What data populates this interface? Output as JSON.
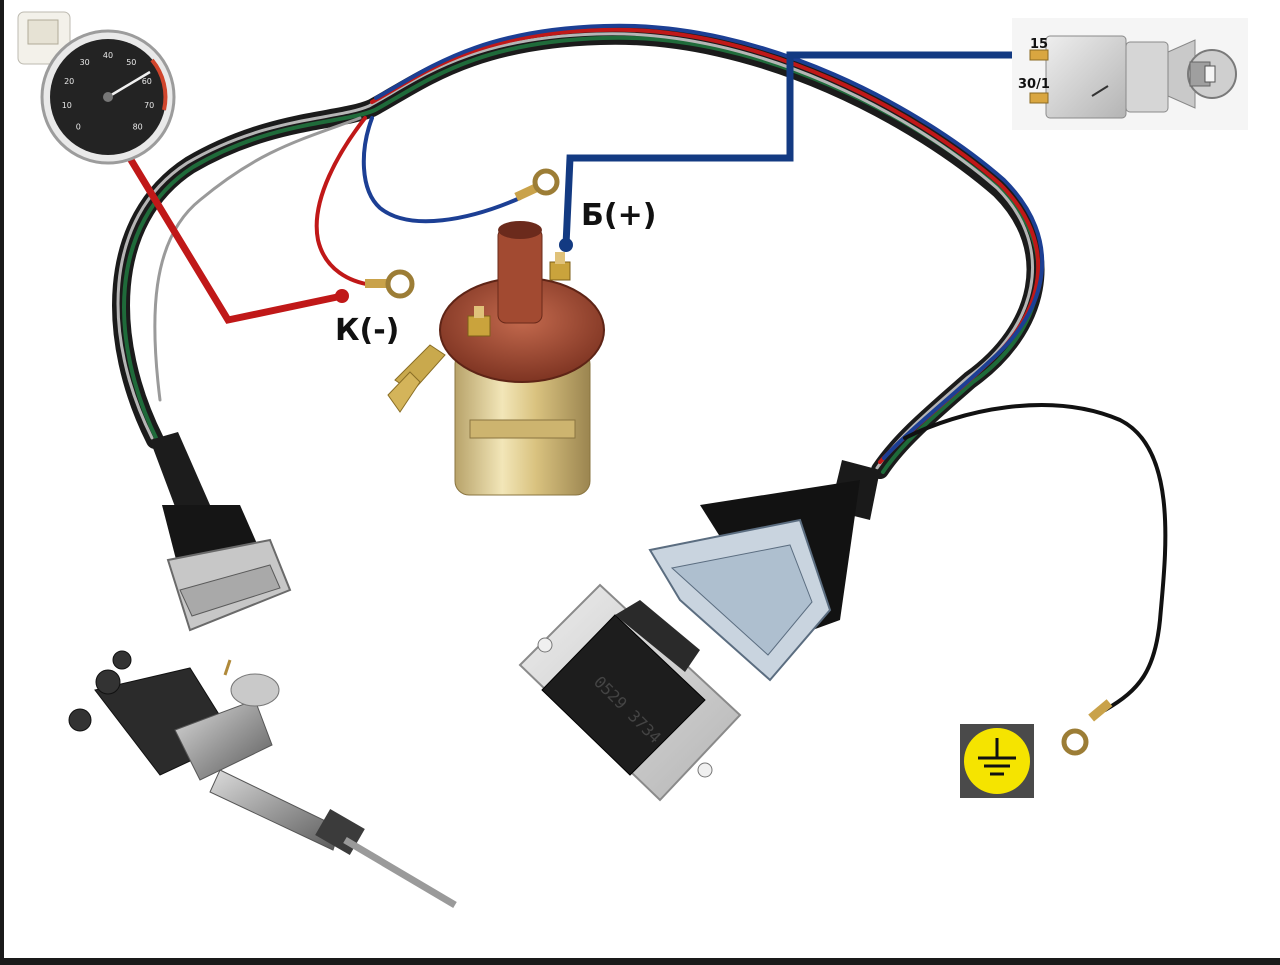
{
  "labels": {
    "coil_positive": "Б(+)",
    "coil_negative": "К(-)"
  },
  "ignition_switch": {
    "terminal_15": "15",
    "terminal_30": "30/1"
  },
  "tachometer": {
    "scale": [
      "0",
      "10",
      "20",
      "30",
      "40",
      "50",
      "60",
      "70",
      "80"
    ]
  },
  "parts": {
    "switch_module_number": "0529 3734"
  },
  "colors": {
    "background": "#ffffff",
    "wire_red": "#c01818",
    "wire_blue": "#1c3f94",
    "wire_black": "#111111",
    "wire_green": "#1f6b3a",
    "wire_grey": "#b5b5b5",
    "coil_cap": "#a84a32",
    "ground_symbol": "#f5e400"
  },
  "icons": [
    "tachometer",
    "ignition-switch-with-key",
    "ignition-coil",
    "distributor",
    "ignition-switch-module",
    "harness-connector",
    "ground-symbol",
    "ring-terminal"
  ]
}
